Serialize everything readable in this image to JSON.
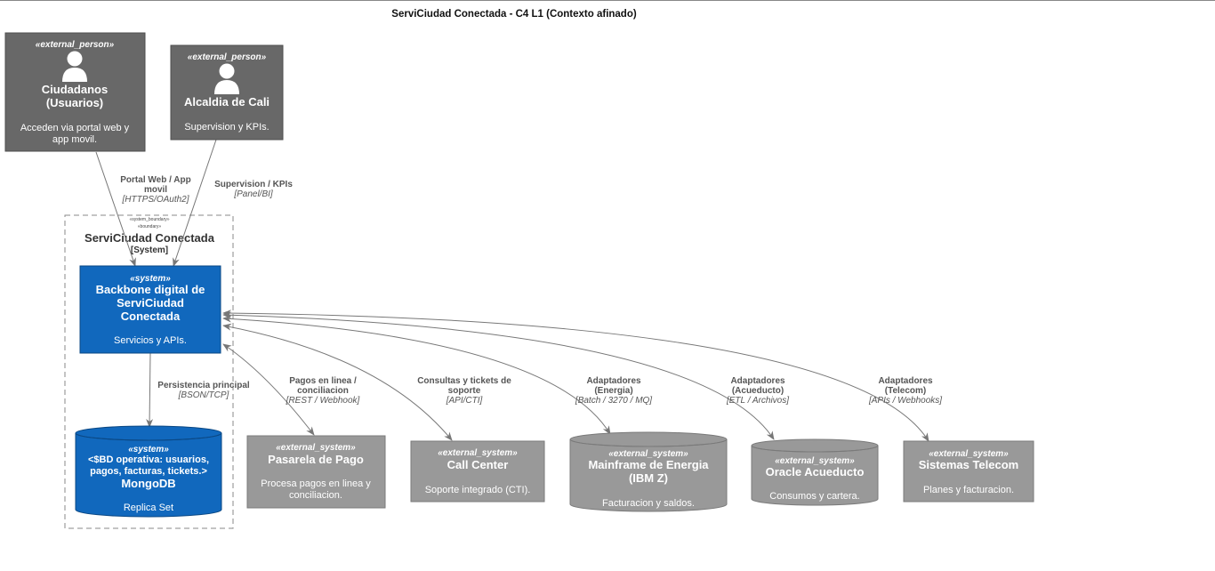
{
  "title": "ServiCiudad Conectada - C4 L1 (Contexto afinado)",
  "colors": {
    "person": "#686868",
    "system": "#1168BD",
    "external_system": "#999999",
    "arrow": "#777777",
    "boundary": "#888888"
  },
  "boundary": {
    "stereotype_1": "«system_boundary»",
    "stereotype_2": "«boundary»",
    "name": "ServiCiudad Conectada",
    "type": "[System]"
  },
  "nodes": {
    "ciudadanos": {
      "stereotype": "«external_person»",
      "name_1": "Ciudadanos",
      "name_2": "(Usuarios)",
      "desc_1": "Acceden via portal web y",
      "desc_2": "app movil.",
      "icon": "person-icon"
    },
    "alcaldia": {
      "stereotype": "«external_person»",
      "name_1": "Alcaldia de Cali",
      "desc_1": "Supervision y KPIs.",
      "icon": "person-icon"
    },
    "backbone": {
      "stereotype": "«system»",
      "name_1": "Backbone digital de",
      "name_2": "ServiCiudad",
      "name_3": "Conectada",
      "desc_1": "Servicios y APIs."
    },
    "mongodb": {
      "stereotype": "«system»",
      "desc_1": "<$BD operativa: usuarios,",
      "desc_2": "pagos, facturas, tickets.>",
      "name_1": "MongoDB",
      "desc_3": "Replica Set"
    },
    "pasarela": {
      "stereotype": "«external_system»",
      "name_1": "Pasarela de Pago",
      "desc_1": "Procesa pagos en linea y",
      "desc_2": "conciliacion."
    },
    "callcenter": {
      "stereotype": "«external_system»",
      "name_1": "Call Center",
      "desc_1": "Soporte integrado (CTI)."
    },
    "mainframe": {
      "stereotype": "«external_system»",
      "name_1": "Mainframe de Energia",
      "name_2": "(IBM Z)",
      "desc_1": "Facturacion y saldos."
    },
    "oracle": {
      "stereotype": "«external_system»",
      "name_1": "Oracle Acueducto",
      "desc_1": "Consumos y cartera."
    },
    "telecom": {
      "stereotype": "«external_system»",
      "name_1": "Sistemas Telecom",
      "desc_1": "Planes y facturacion."
    }
  },
  "relations": {
    "portal": {
      "label_1": "Portal Web / App",
      "label_2": "movil",
      "tech": "[HTTPS/OAuth2]"
    },
    "supervision": {
      "label_1": "Supervision / KPIs",
      "tech": "[Panel/BI]"
    },
    "persistencia": {
      "label_1": "Persistencia principal",
      "tech": "[BSON/TCP]"
    },
    "pagos": {
      "label_1": "Pagos en linea /",
      "label_2": "conciliacion",
      "tech": "[REST / Webhook]"
    },
    "consultas": {
      "label_1": "Consultas y tickets de",
      "label_2": "soporte",
      "tech": "[API/CTI]"
    },
    "energia": {
      "label_1": "Adaptadores",
      "label_2": "(Energia)",
      "tech": "[Batch / 3270 / MQ]"
    },
    "acueducto": {
      "label_1": "Adaptadores",
      "label_2": "(Acueducto)",
      "tech": "[ETL / Archivos]"
    },
    "telecom": {
      "label_1": "Adaptadores",
      "label_2": "(Telecom)",
      "tech": "[APIs / Webhooks]"
    }
  }
}
